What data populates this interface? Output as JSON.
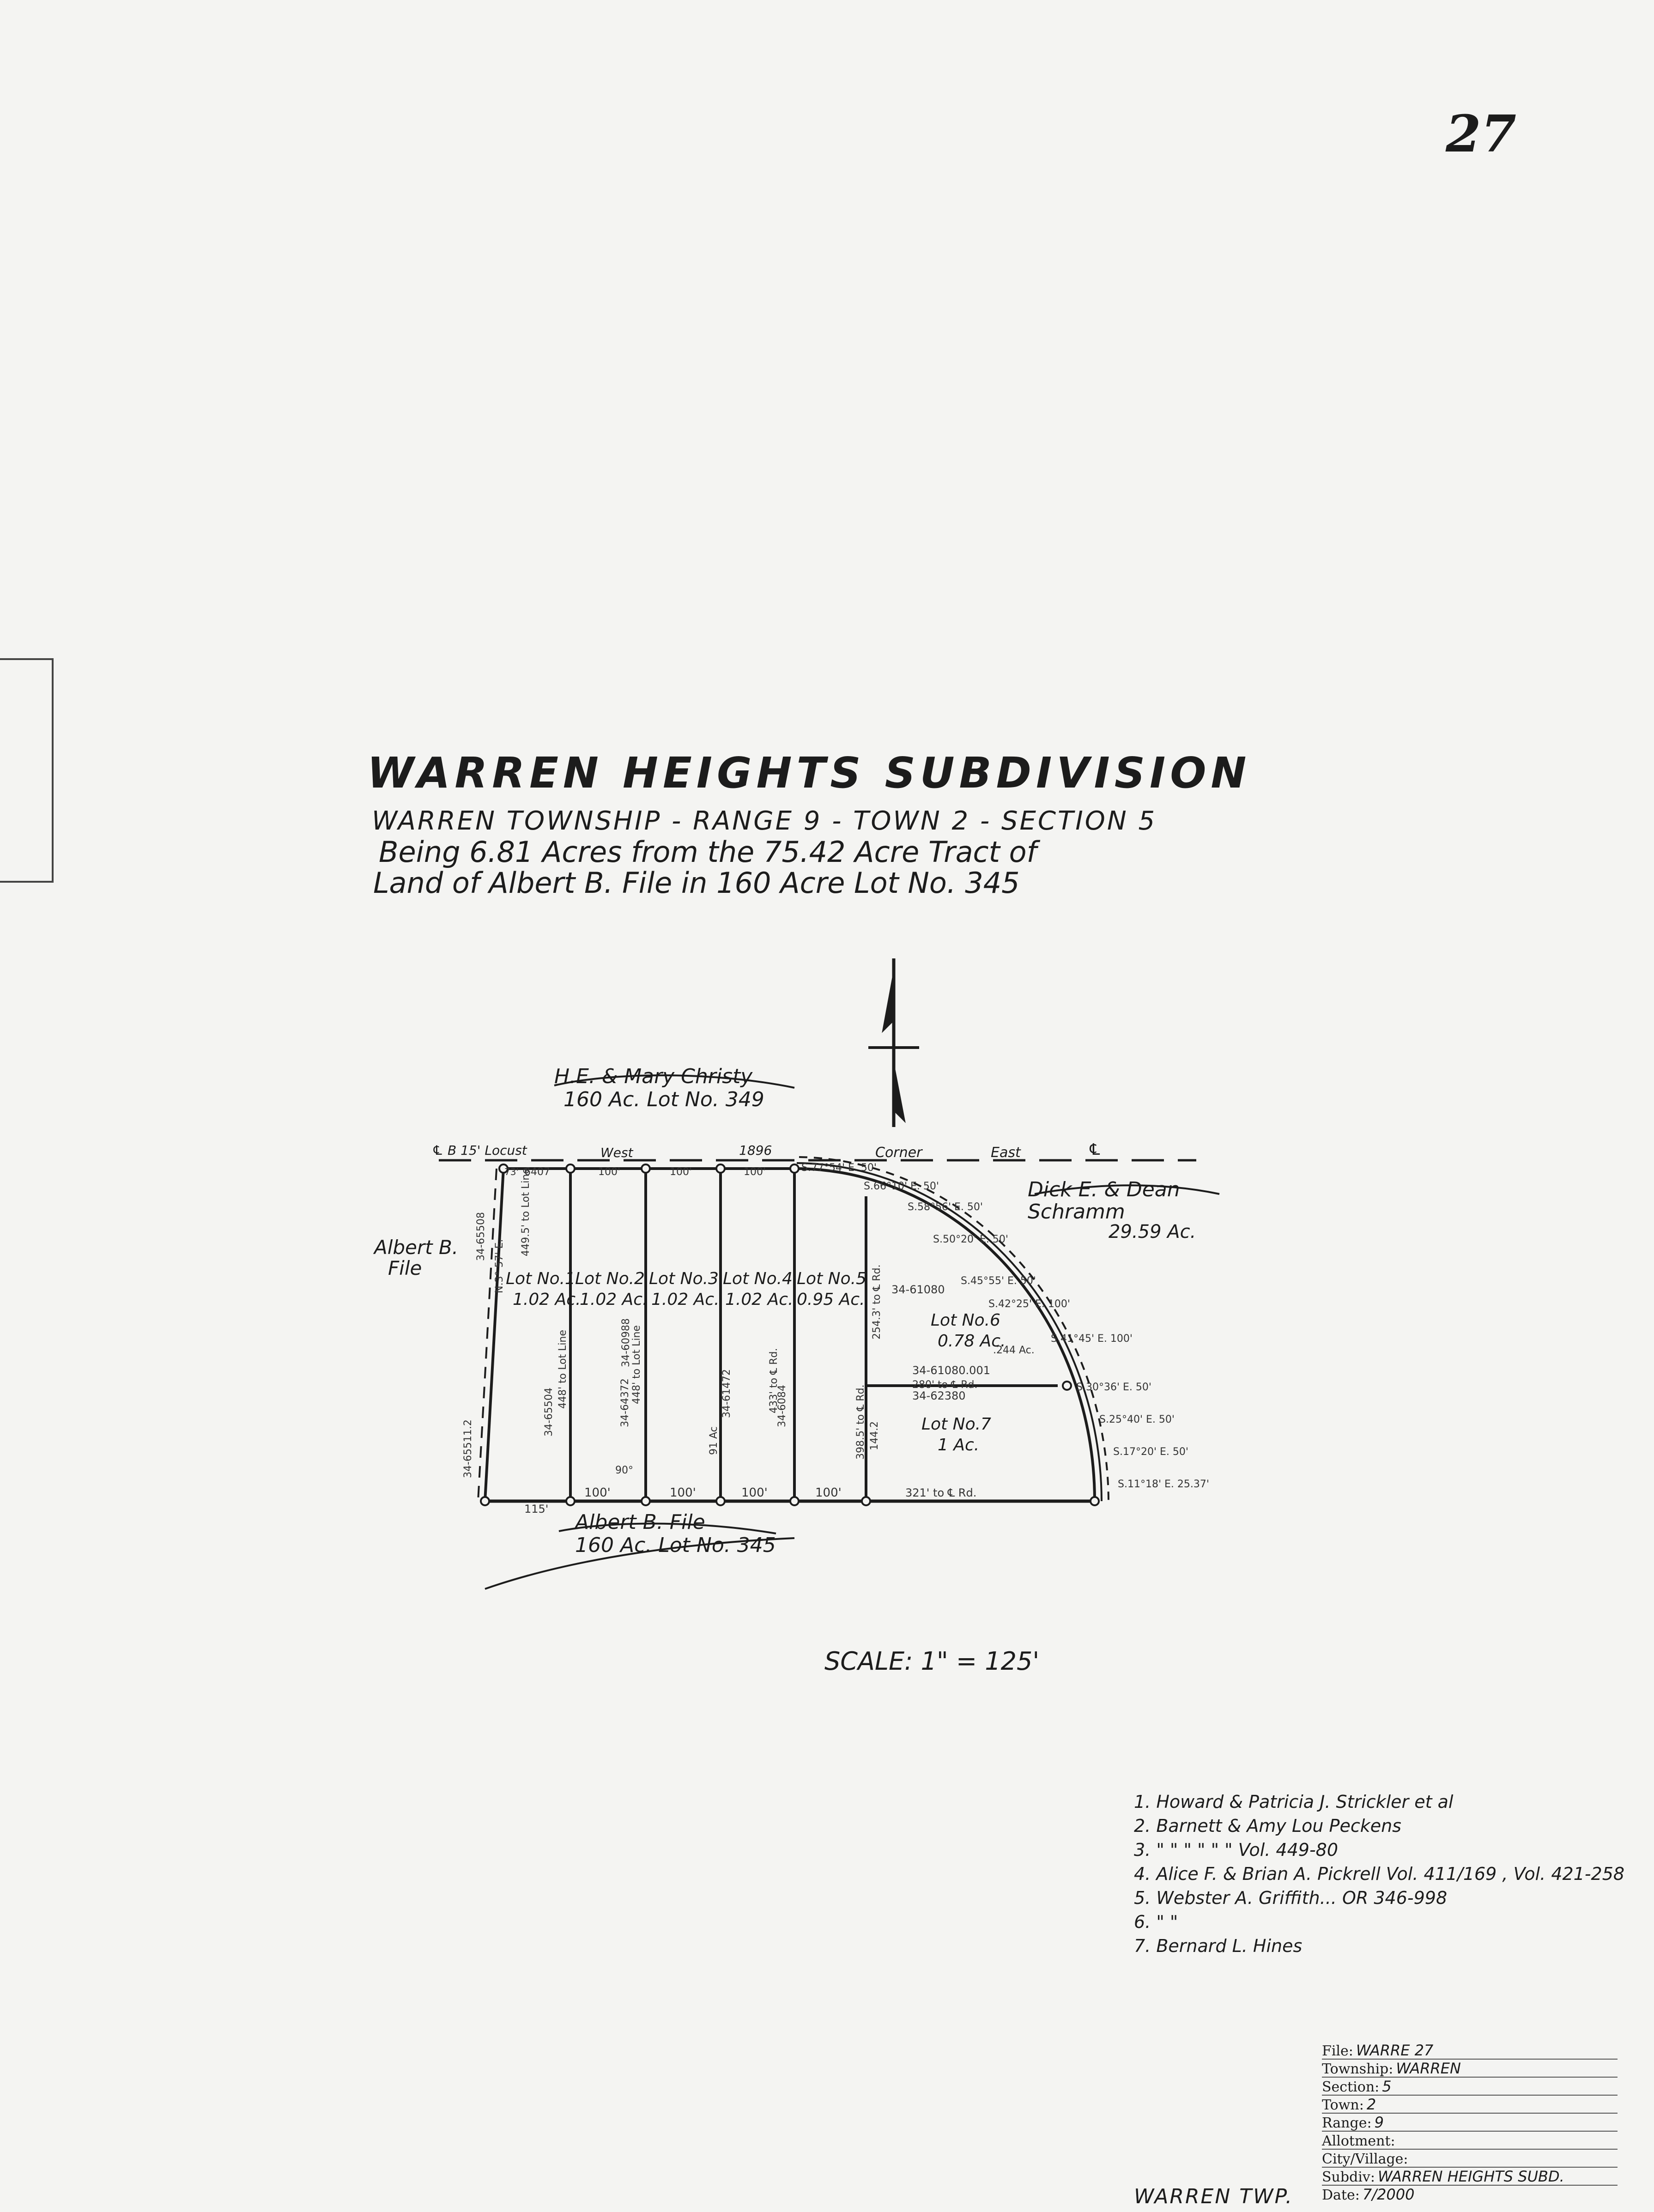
{
  "sheet_number": "27",
  "title": "WARREN HEIGHTS SUBDIVISION",
  "subtitle": "WARREN TOWNSHIP - RANGE 9 - TOWN 2 - SECTION 5",
  "description": [
    "Being 6.81 Acres from the 75.42 Acre Tract of",
    "Land of Albert B. File in 160 Acre Lot No. 345"
  ],
  "plat": {
    "north_owner": "H.E. & Mary Christy",
    "north_lot": "160 Ac. Lot No. 349",
    "south_owner": "Albert B. File",
    "south_lot": "160 Ac. Lot No. 345",
    "west_owner": [
      "Albert B.",
      "File"
    ],
    "east_owner": [
      "Dick E. & Dean",
      "Schramm"
    ],
    "east_acres": "29.59 Ac.",
    "road_words": [
      "West",
      "1896",
      "Corner",
      "East"
    ],
    "road_marks": [
      "℄ B 15' Locust",
      "℄"
    ],
    "lots": [
      {
        "name": "Lot No.1",
        "acres": "1.02 Ac."
      },
      {
        "name": "Lot No.2",
        "acres": "1.02 Ac."
      },
      {
        "name": "Lot No.3",
        "acres": "1.02 Ac."
      },
      {
        "name": "Lot No.4",
        "acres": "1.02 Ac."
      },
      {
        "name": "Lot No.5",
        "acres": "0.95 Ac."
      },
      {
        "name": "Lot No.6",
        "acres": "0.78 Ac."
      },
      {
        "name": "Lot No.7",
        "acres": "1 Ac."
      }
    ],
    "frontages_top": [
      "73'",
      "6407",
      "100'",
      "100'",
      "100'"
    ],
    "frontages_bottom": [
      "115'",
      "100'",
      "100'",
      "100'",
      "100'",
      "321' to ℄ Rd."
    ],
    "parcel_ids": [
      "34-65508",
      "34-65504",
      "34-64372",
      "34-60988",
      "34-61472",
      "34-6084",
      "34-61080",
      "34-61080.001",
      "34-62380"
    ],
    "lot_lines": [
      "449.5' to Lot Line",
      "448' to Lot Line",
      "448' to Lot Line",
      "433' to ℄ Rd.",
      "254.3' to ℄ Rd.",
      "398.5' to ℄ Rd.",
      "280' to ℄ Rd."
    ],
    "misc": [
      "N.3° 57' E.",
      "90°",
      "144.2",
      ".244 Ac.",
      "91 Ac",
      "34-65511.2"
    ],
    "curve_bearings": [
      "S.77°54' E. 50'",
      "S.66°10' E. 50'",
      "S.58°56' E. 50'",
      "S.50°20' E. 50'",
      "S.45°55' E. 50'",
      "S.42°25' E. 100'",
      "S.41°45' E. 100'",
      "S.30°36' E. 50'",
      "S.25°40' E. 50'",
      "S.17°20' E. 50'",
      "S.11°18' E. 25.37'"
    ]
  },
  "scale": "SCALE: 1\" = 125'",
  "owners": [
    "1. Howard & Patricia J. Strickler et al",
    "2. Barnett & Amy Lou Peckens",
    "3. \"   \"   \"   \"   \"   \"   Vol. 449-80",
    "4. Alice F. & Brian A. Pickrell  Vol. 411/169 , Vol. 421-258",
    "5. Webster A. Griffith...  OR 346-998",
    "6. \"   \"",
    "7. Bernard L. Hines"
  ],
  "file_info": [
    {
      "label": "File:",
      "value": "WARRE 27"
    },
    {
      "label": "Township:",
      "value": "WARREN"
    },
    {
      "label": "Section:",
      "value": "5"
    },
    {
      "label": "Town:",
      "value": "2"
    },
    {
      "label": "Range:",
      "value": "9"
    },
    {
      "label": "Allotment:",
      "value": ""
    },
    {
      "label": "City/Village:",
      "value": ""
    },
    {
      "label": "Subdiv:",
      "value": "WARREN HEIGHTS SUBD."
    },
    {
      "label": "Date:",
      "value": "7/2000"
    }
  ],
  "footer": "WARREN TWP."
}
